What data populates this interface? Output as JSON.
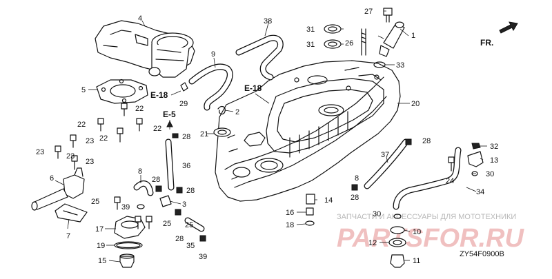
{
  "diagram": {
    "part_code": "ZY54F0900B",
    "front_marker": "FR.",
    "watermark": {
      "tagline": "ЗАПЧАСТИ И АКСЕССУАРЫ ДЛЯ МОТОТЕХНИКИ",
      "logo": "PARTSFOR.RU"
    },
    "refs": [
      "E-18",
      "E-18",
      "E-5"
    ],
    "callouts": [
      "1",
      "2",
      "3",
      "4",
      "5",
      "6",
      "7",
      "8",
      "8",
      "9",
      "10",
      "11",
      "12",
      "13",
      "14",
      "15",
      "16",
      "17",
      "18",
      "19",
      "20",
      "21",
      "22",
      "22",
      "22",
      "22",
      "23",
      "23",
      "23",
      "23",
      "24",
      "25",
      "25",
      "25",
      "26",
      "27",
      "28",
      "28",
      "28",
      "28",
      "28",
      "28",
      "29",
      "30",
      "30",
      "31",
      "31",
      "32",
      "33",
      "34",
      "35",
      "36",
      "37",
      "38",
      "39",
      "39"
    ]
  }
}
